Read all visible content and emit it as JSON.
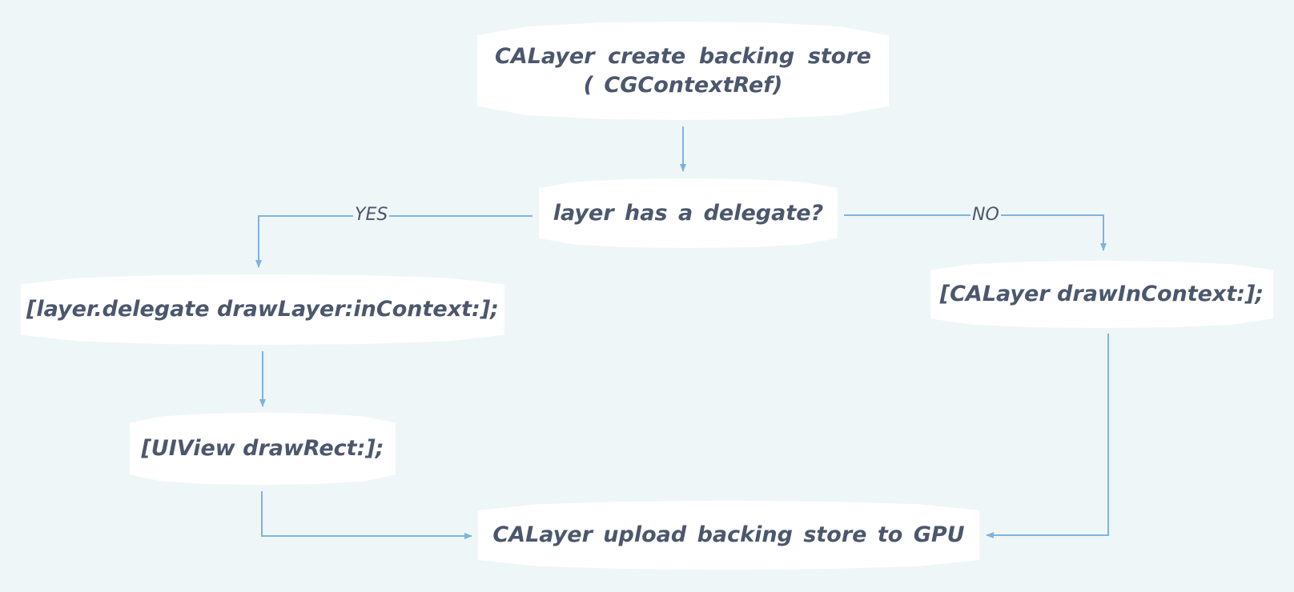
{
  "diagram": {
    "nodes": {
      "create_store": "CALayer create backing store ( CGContextRef)",
      "has_delegate": "layer has a delegate?",
      "delegate_draw": "[layer.delegate drawLayer:inContext:];",
      "uiview_draw": "[UIView drawRect:];",
      "calayer_draw": "[CALayer drawInContext:];",
      "upload": "CALayer upload backing store to GPU"
    },
    "edge_labels": {
      "yes": "YES",
      "no": "NO"
    }
  },
  "colors": {
    "background": "#eff6f8",
    "node_fill": "#ffffff",
    "text": "#4c576d",
    "connector": "#7fb3df"
  }
}
